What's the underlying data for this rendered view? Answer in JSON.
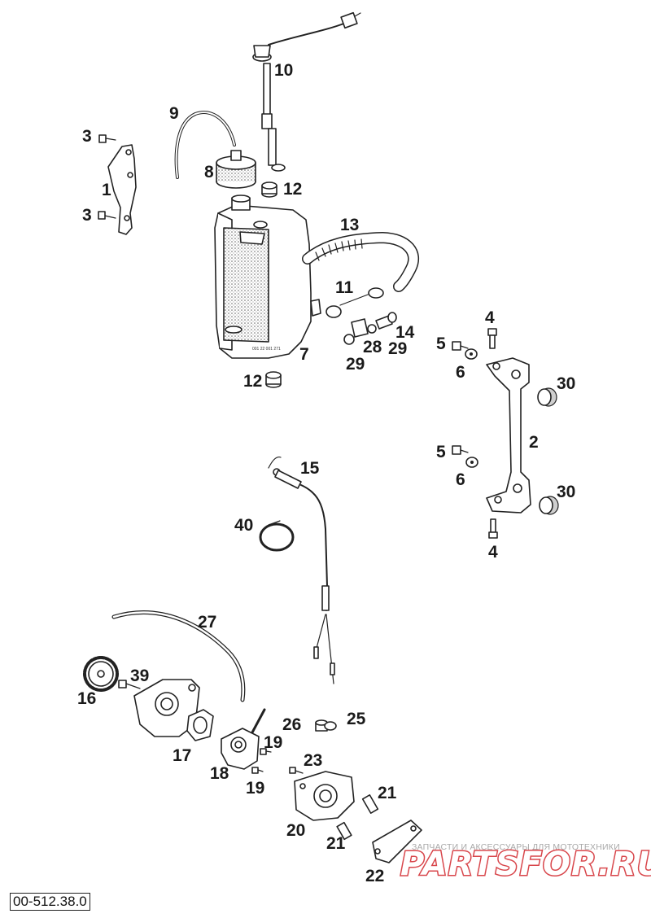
{
  "diagram": {
    "callouts": [
      {
        "id": "c-1",
        "text": "1"
      },
      {
        "id": "c-2",
        "text": "2"
      },
      {
        "id": "c-3a",
        "text": "3"
      },
      {
        "id": "c-3b",
        "text": "3"
      },
      {
        "id": "c-4a",
        "text": "4"
      },
      {
        "id": "c-4b",
        "text": "4"
      },
      {
        "id": "c-5a",
        "text": "5"
      },
      {
        "id": "c-5b",
        "text": "5"
      },
      {
        "id": "c-6a",
        "text": "6"
      },
      {
        "id": "c-6b",
        "text": "6"
      },
      {
        "id": "c-7",
        "text": "7"
      },
      {
        "id": "c-8",
        "text": "8"
      },
      {
        "id": "c-9",
        "text": "9"
      },
      {
        "id": "c-10",
        "text": "10"
      },
      {
        "id": "c-11",
        "text": "11"
      },
      {
        "id": "c-12a",
        "text": "12"
      },
      {
        "id": "c-12b",
        "text": "12"
      },
      {
        "id": "c-13",
        "text": "13"
      },
      {
        "id": "c-14",
        "text": "14"
      },
      {
        "id": "c-15",
        "text": "15"
      },
      {
        "id": "c-16",
        "text": "16"
      },
      {
        "id": "c-17",
        "text": "17"
      },
      {
        "id": "c-18",
        "text": "18"
      },
      {
        "id": "c-19a",
        "text": "19"
      },
      {
        "id": "c-19b",
        "text": "19"
      },
      {
        "id": "c-20",
        "text": "20"
      },
      {
        "id": "c-21a",
        "text": "21"
      },
      {
        "id": "c-21b",
        "text": "21"
      },
      {
        "id": "c-22",
        "text": "22"
      },
      {
        "id": "c-23",
        "text": "23"
      },
      {
        "id": "c-25",
        "text": "25"
      },
      {
        "id": "c-26",
        "text": "26"
      },
      {
        "id": "c-27",
        "text": "27"
      },
      {
        "id": "c-28",
        "text": "28"
      },
      {
        "id": "c-29a",
        "text": "29"
      },
      {
        "id": "c-29b",
        "text": "29"
      },
      {
        "id": "c-30a",
        "text": "30"
      },
      {
        "id": "c-30b",
        "text": "30"
      },
      {
        "id": "c-39",
        "text": "39"
      },
      {
        "id": "c-40",
        "text": "40"
      }
    ],
    "document_number": "00-512.38.0"
  },
  "watermark": {
    "tagline": "ЗАПЧАСТИ И АКСЕССУАРЫ ДЛЯ МОТОТЕХНИКИ",
    "logo": "PARTSFOR.RU",
    "logo_color": "#d2262c"
  }
}
